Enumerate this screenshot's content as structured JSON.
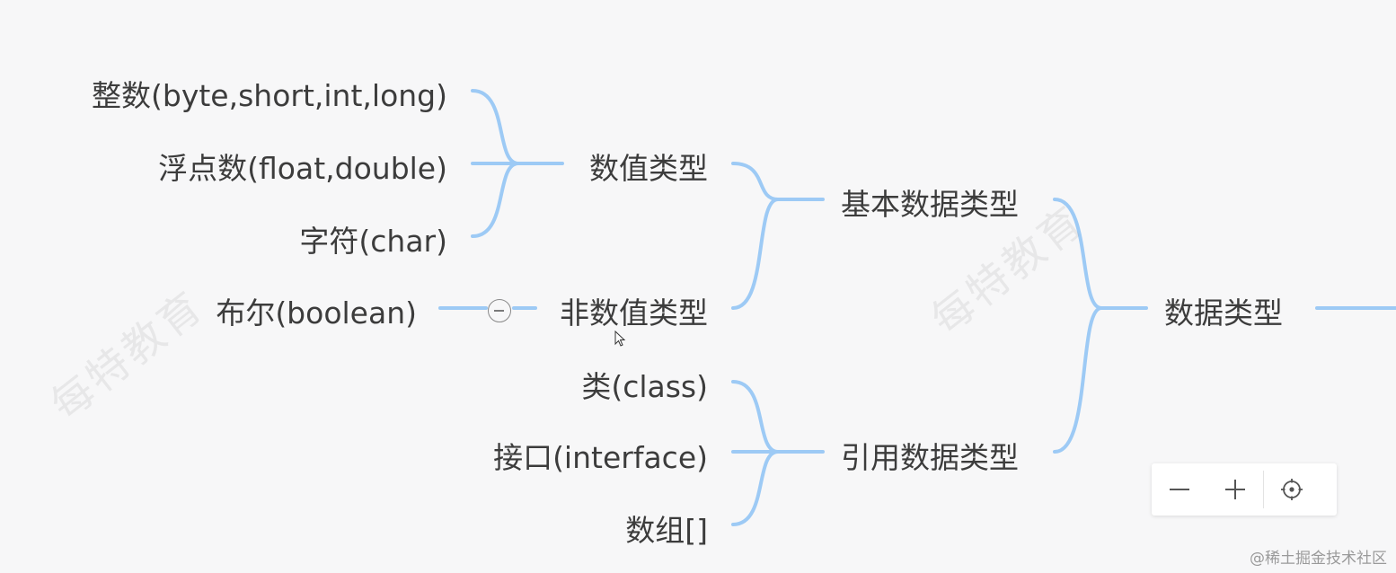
{
  "mindmap": {
    "root": "数据类型",
    "basic": "基本数据类型",
    "reference": "引用数据类型",
    "numeric": "数值类型",
    "non_numeric": "非数值类型",
    "integer": "整数(byte,short,int,long)",
    "float": "浮点数(float,double)",
    "char": "字符(char)",
    "boolean": "布尔(boolean)",
    "class": "类(class)",
    "interface": "接口(interface)",
    "array": "数组[]"
  },
  "watermark": "每特教育",
  "credit": "@稀土掘金技术社区",
  "colors": {
    "edge": "#9dcaf5",
    "text": "#3c3c3c",
    "background": "#f7f7f8"
  },
  "toolbar": {
    "zoom_out_icon": "minus-icon",
    "zoom_in_icon": "plus-icon",
    "locate_icon": "locate-icon"
  }
}
